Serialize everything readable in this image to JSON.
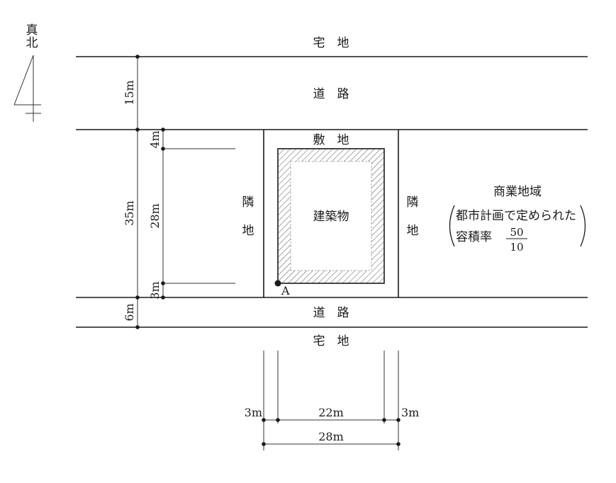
{
  "north": {
    "line1": "真",
    "line2": "北"
  },
  "labels": {
    "residential_top": "宅　地",
    "residential_bottom": "宅　地",
    "road_north": "道　路",
    "road_south": "道　路",
    "site": "敷　地",
    "building": "建築物",
    "neighbor_left": [
      "隣",
      "地"
    ],
    "neighbor_right": [
      "隣",
      "地"
    ],
    "point_a": "A"
  },
  "zoning": {
    "title": "商業地域",
    "note_line1": "都市計画で定められた",
    "note_line2": "容積率",
    "far_numerator": "50",
    "far_denominator": "10"
  },
  "dimensions": {
    "north_road_width": "15m",
    "site_depth": "35m",
    "north_setback": "4m",
    "building_depth": "28m",
    "south_setback": "3m",
    "south_road_width": "6m",
    "west_setback": "3m",
    "building_width": "22m",
    "east_setback": "3m",
    "site_width": "28m"
  }
}
